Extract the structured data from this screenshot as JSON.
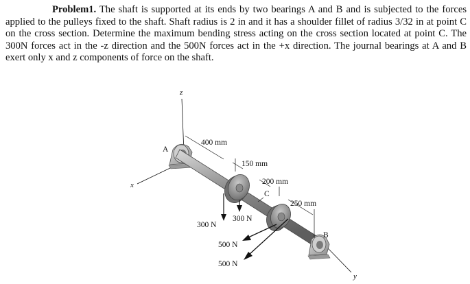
{
  "problem": {
    "title": "Problem1.",
    "body": "The shaft is supported at its ends by two bearings A and B and is subjected to the forces applied to the pulleys fixed to the shaft. Shaft radius is 2 in and it has a shoulder fillet of radius 3/32 in at point C on the cross section. Determine the maximum bending stress acting on the cross section located at point C. The 300N forces act in the -z direction and the 500N forces act in the +x direction. The journal bearings at A and B exert only x and z components of force on the shaft."
  },
  "figure": {
    "axes": {
      "z": "z",
      "x": "x",
      "y": "y"
    },
    "points": {
      "A": "A",
      "B": "B",
      "C": "C"
    },
    "dimensions": {
      "d1": "400 mm",
      "d2": "150 mm",
      "d3": "200 mm",
      "d4": "250 mm"
    },
    "forces": {
      "f300_left": "300 N",
      "f300_right": "300 N",
      "f500_upper": "500 N",
      "f500_lower": "500 N"
    },
    "colors": {
      "shaft": "#8a8a8a",
      "pulley": "#9a9a9a",
      "bearing": "#b9b9b9",
      "line": "#111111"
    }
  }
}
